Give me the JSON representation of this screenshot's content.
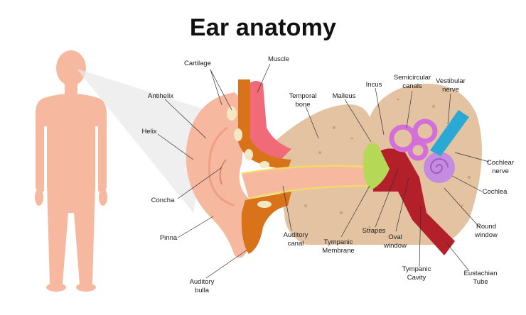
{
  "title": "Ear anatomy",
  "colors": {
    "skin": "#f7b8a0",
    "skin_dark": "#ef9f86",
    "bone": "#e4c3a2",
    "cartilage": "#d9731a",
    "muscle": "#f06a78",
    "canal_line": "#f5d86a",
    "malleus": "#b5d957",
    "middle_ear": "#b3202a",
    "cochlea": "#c58be0",
    "semicircular": "#d36fd9",
    "nerve": "#29a9d4"
  },
  "labels": {
    "cartilage": "Cartilage",
    "muscle": "Muscle",
    "antihelix": "Antihelix",
    "helix": "Helix",
    "concha": "Concha",
    "pinna": "Pinna",
    "auditory_bulla": [
      "Auditory",
      "bulla"
    ],
    "auditory_canal": [
      "Auditory",
      "canal"
    ],
    "temporal_bone": [
      "Temporal",
      "bone"
    ],
    "malleus": "Malleus",
    "incus": "Incus",
    "semicircular_canals": [
      "Semicircular",
      "canals"
    ],
    "vestibular_nerve": [
      "Vestibular",
      "nerve"
    ],
    "cochlear_nerve": [
      "Cochlear",
      "nerve"
    ],
    "cochlea": "Cochlea",
    "round_window": [
      "Round",
      "window"
    ],
    "eustachian_tube": [
      "Eustachian",
      "Tube"
    ],
    "tympanic_cavity": [
      "Tympanic",
      "Cavity"
    ],
    "oval_window": [
      "Oval",
      "window"
    ],
    "strapes": "Strapes",
    "tympanic_membrane": [
      "Tympanic",
      "Membrane"
    ]
  }
}
